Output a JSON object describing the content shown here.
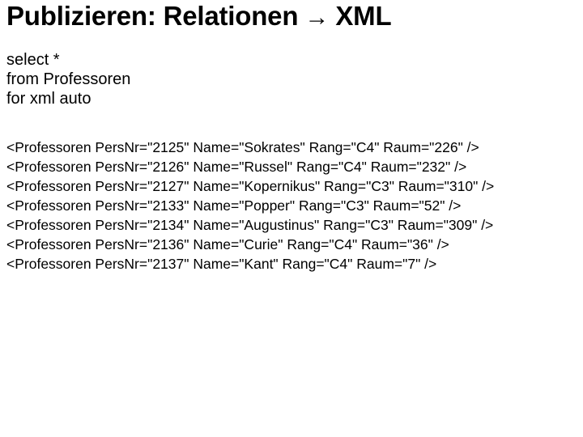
{
  "slide": {
    "title_main": "Publizieren: Relationen",
    "title_arrow": "→",
    "title_tail": "XML",
    "background_color": "#ffffff",
    "text_color": "#000000"
  },
  "sql": {
    "lines": [
      "select *",
      "from Professoren",
      "for xml auto"
    ]
  },
  "xml_output": {
    "lines": [
      "<Professoren PersNr=\"2125\" Name=\"Sokrates\" Rang=\"C4\" Raum=\"226\" />",
      "<Professoren PersNr=\"2126\" Name=\"Russel\" Rang=\"C4\" Raum=\"232\" />",
      "<Professoren PersNr=\"2127\" Name=\"Kopernikus\" Rang=\"C3\" Raum=\"310\" />",
      "<Professoren PersNr=\"2133\" Name=\"Popper\" Rang=\"C3\" Raum=\"52\" />",
      "<Professoren PersNr=\"2134\" Name=\"Augustinus\" Rang=\"C3\" Raum=\"309\" />",
      "<Professoren PersNr=\"2136\" Name=\"Curie\" Rang=\"C4\" Raum=\"36\" />",
      "<Professoren PersNr=\"2137\" Name=\"Kant\" Rang=\"C4\" Raum=\"7\" />"
    ],
    "records": [
      {
        "PersNr": "2125",
        "Name": "Sokrates",
        "Rang": "C4",
        "Raum": "226"
      },
      {
        "PersNr": "2126",
        "Name": "Russel",
        "Rang": "C4",
        "Raum": "232"
      },
      {
        "PersNr": "2127",
        "Name": "Kopernikus",
        "Rang": "C3",
        "Raum": "310"
      },
      {
        "PersNr": "2133",
        "Name": "Popper",
        "Rang": "C3",
        "Raum": "52"
      },
      {
        "PersNr": "2134",
        "Name": "Augustinus",
        "Rang": "C3",
        "Raum": "309"
      },
      {
        "PersNr": "2136",
        "Name": "Curie",
        "Rang": "C4",
        "Raum": "36"
      },
      {
        "PersNr": "2137",
        "Name": "Kant",
        "Rang": "C4",
        "Raum": "7"
      }
    ]
  }
}
